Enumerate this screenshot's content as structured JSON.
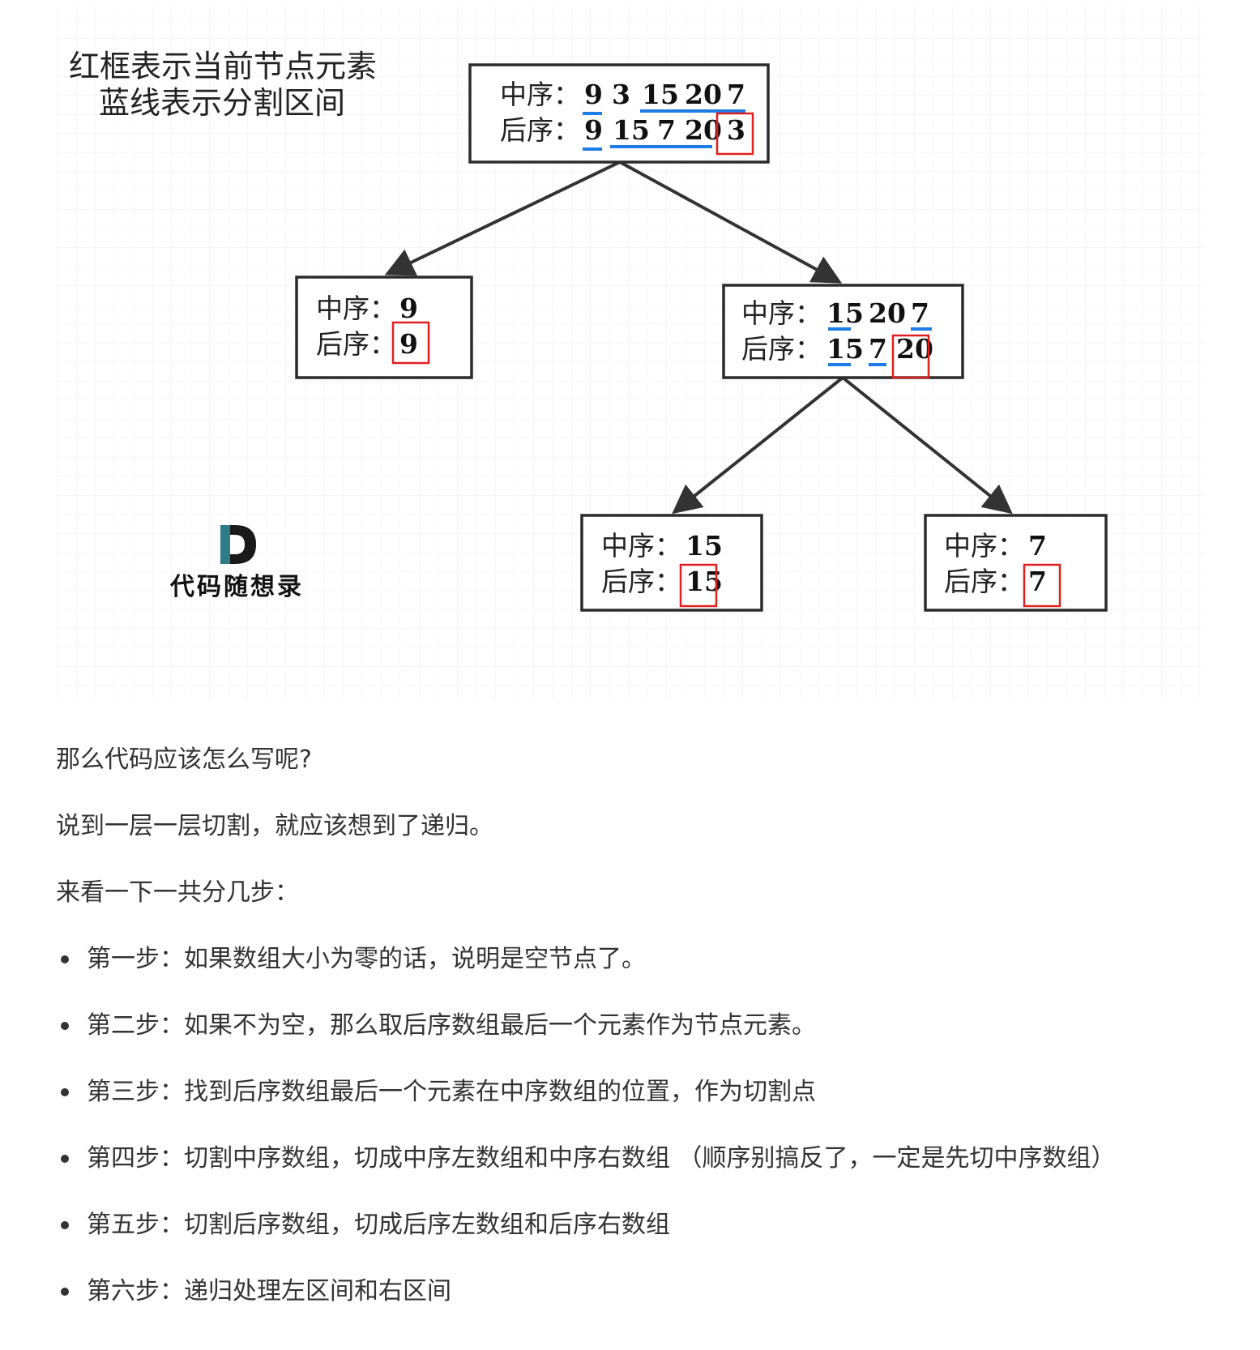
{
  "diagram": {
    "legend": {
      "line1": "红框表示当前节点元素",
      "line2": "蓝线表示分割区间"
    },
    "logo": {
      "letter": "D",
      "text": "代码随想录"
    },
    "colors": {
      "highlight_box": "#e02020",
      "split_line": "#1e7ce6",
      "border": "#2b2b2b",
      "grid": "#e6e6e6"
    },
    "labels": {
      "inorder": "中序：",
      "postorder": "后序："
    },
    "nodes": [
      {
        "id": "root",
        "inorder": [
          "9",
          "3",
          "15",
          "20",
          "7"
        ],
        "postorder": [
          "9",
          "15",
          "7",
          "20",
          "3"
        ],
        "current": "3"
      },
      {
        "id": "left",
        "inorder": [
          "9"
        ],
        "postorder": [
          "9"
        ],
        "current": "9"
      },
      {
        "id": "right",
        "inorder": [
          "15",
          "20",
          "7"
        ],
        "postorder": [
          "15",
          "7",
          "20"
        ],
        "current": "20"
      },
      {
        "id": "right-left",
        "inorder": [
          "15"
        ],
        "postorder": [
          "15"
        ],
        "current": "15"
      },
      {
        "id": "right-right",
        "inorder": [
          "7"
        ],
        "postorder": [
          "7"
        ],
        "current": "7"
      }
    ]
  },
  "article": {
    "p1": "那么代码应该怎么写呢?",
    "p2": "说到一层一层切割，就应该想到了递归。",
    "p3": "来看一下一共分几步：",
    "steps": [
      "第一步：如果数组大小为零的话，说明是空节点了。",
      "第二步：如果不为空，那么取后序数组最后一个元素作为节点元素。",
      "第三步：找到后序数组最后一个元素在中序数组的位置，作为切割点",
      "第四步：切割中序数组，切成中序左数组和中序右数组 （顺序别搞反了，一定是先切中序数组）",
      "第五步：切割后序数组，切成后序左数组和后序右数组",
      "第六步：递归处理左区间和右区间"
    ]
  }
}
